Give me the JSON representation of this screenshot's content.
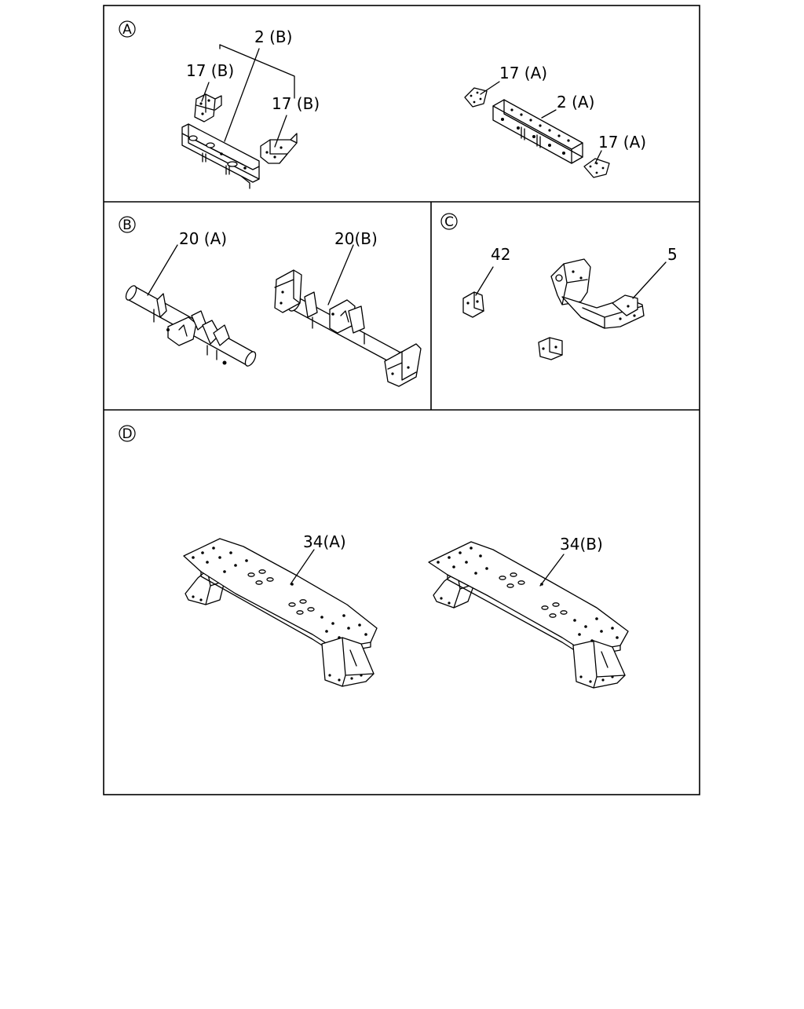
{
  "sections": {
    "a": {
      "marker": "A",
      "labels": {
        "p2b": "2 (B)",
        "p17b_left": "17 (B)",
        "p17b_right": "17 (B)",
        "p17a_top": "17 (A)",
        "p2a": "2 (A)",
        "p17a_bottom": "17 (A)"
      }
    },
    "b": {
      "marker": "B",
      "labels": {
        "p20a": "20 (A)",
        "p20b": "20(B)"
      }
    },
    "c": {
      "marker": "C",
      "labels": {
        "p42": "42",
        "p5": "5"
      }
    },
    "d": {
      "marker": "D",
      "labels": {
        "p34a": "34(A)",
        "p34b": "34(B)"
      }
    }
  }
}
